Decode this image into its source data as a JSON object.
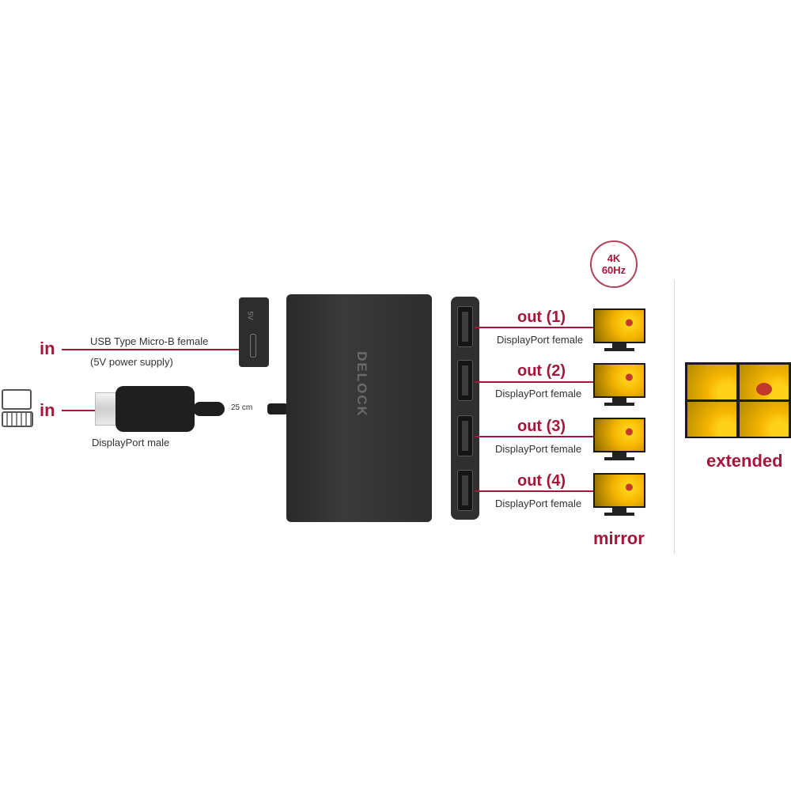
{
  "badge": {
    "line1": "4K",
    "line2": "60Hz"
  },
  "inputs": {
    "usb": {
      "tag": "in",
      "label": "USB Type Micro-B female",
      "sublabel": "(5V power supply)"
    },
    "dp": {
      "tag": "in",
      "label": "DisplayPort male"
    },
    "cable_length": "25 cm"
  },
  "device": {
    "brand": "DELOCK",
    "usb_marking": "5V"
  },
  "outputs": [
    {
      "label": "out (1)",
      "sublabel": "DisplayPort female"
    },
    {
      "label": "out (2)",
      "sublabel": "DisplayPort female"
    },
    {
      "label": "out (3)",
      "sublabel": "DisplayPort female"
    },
    {
      "label": "out (4)",
      "sublabel": "DisplayPort female"
    }
  ],
  "modes": {
    "mirror": "mirror",
    "extended": "extended"
  },
  "colors": {
    "accent": "#a5173a",
    "device": "#2e2e2e"
  },
  "icons": [
    "laptop-icon",
    "monitor-icon"
  ]
}
